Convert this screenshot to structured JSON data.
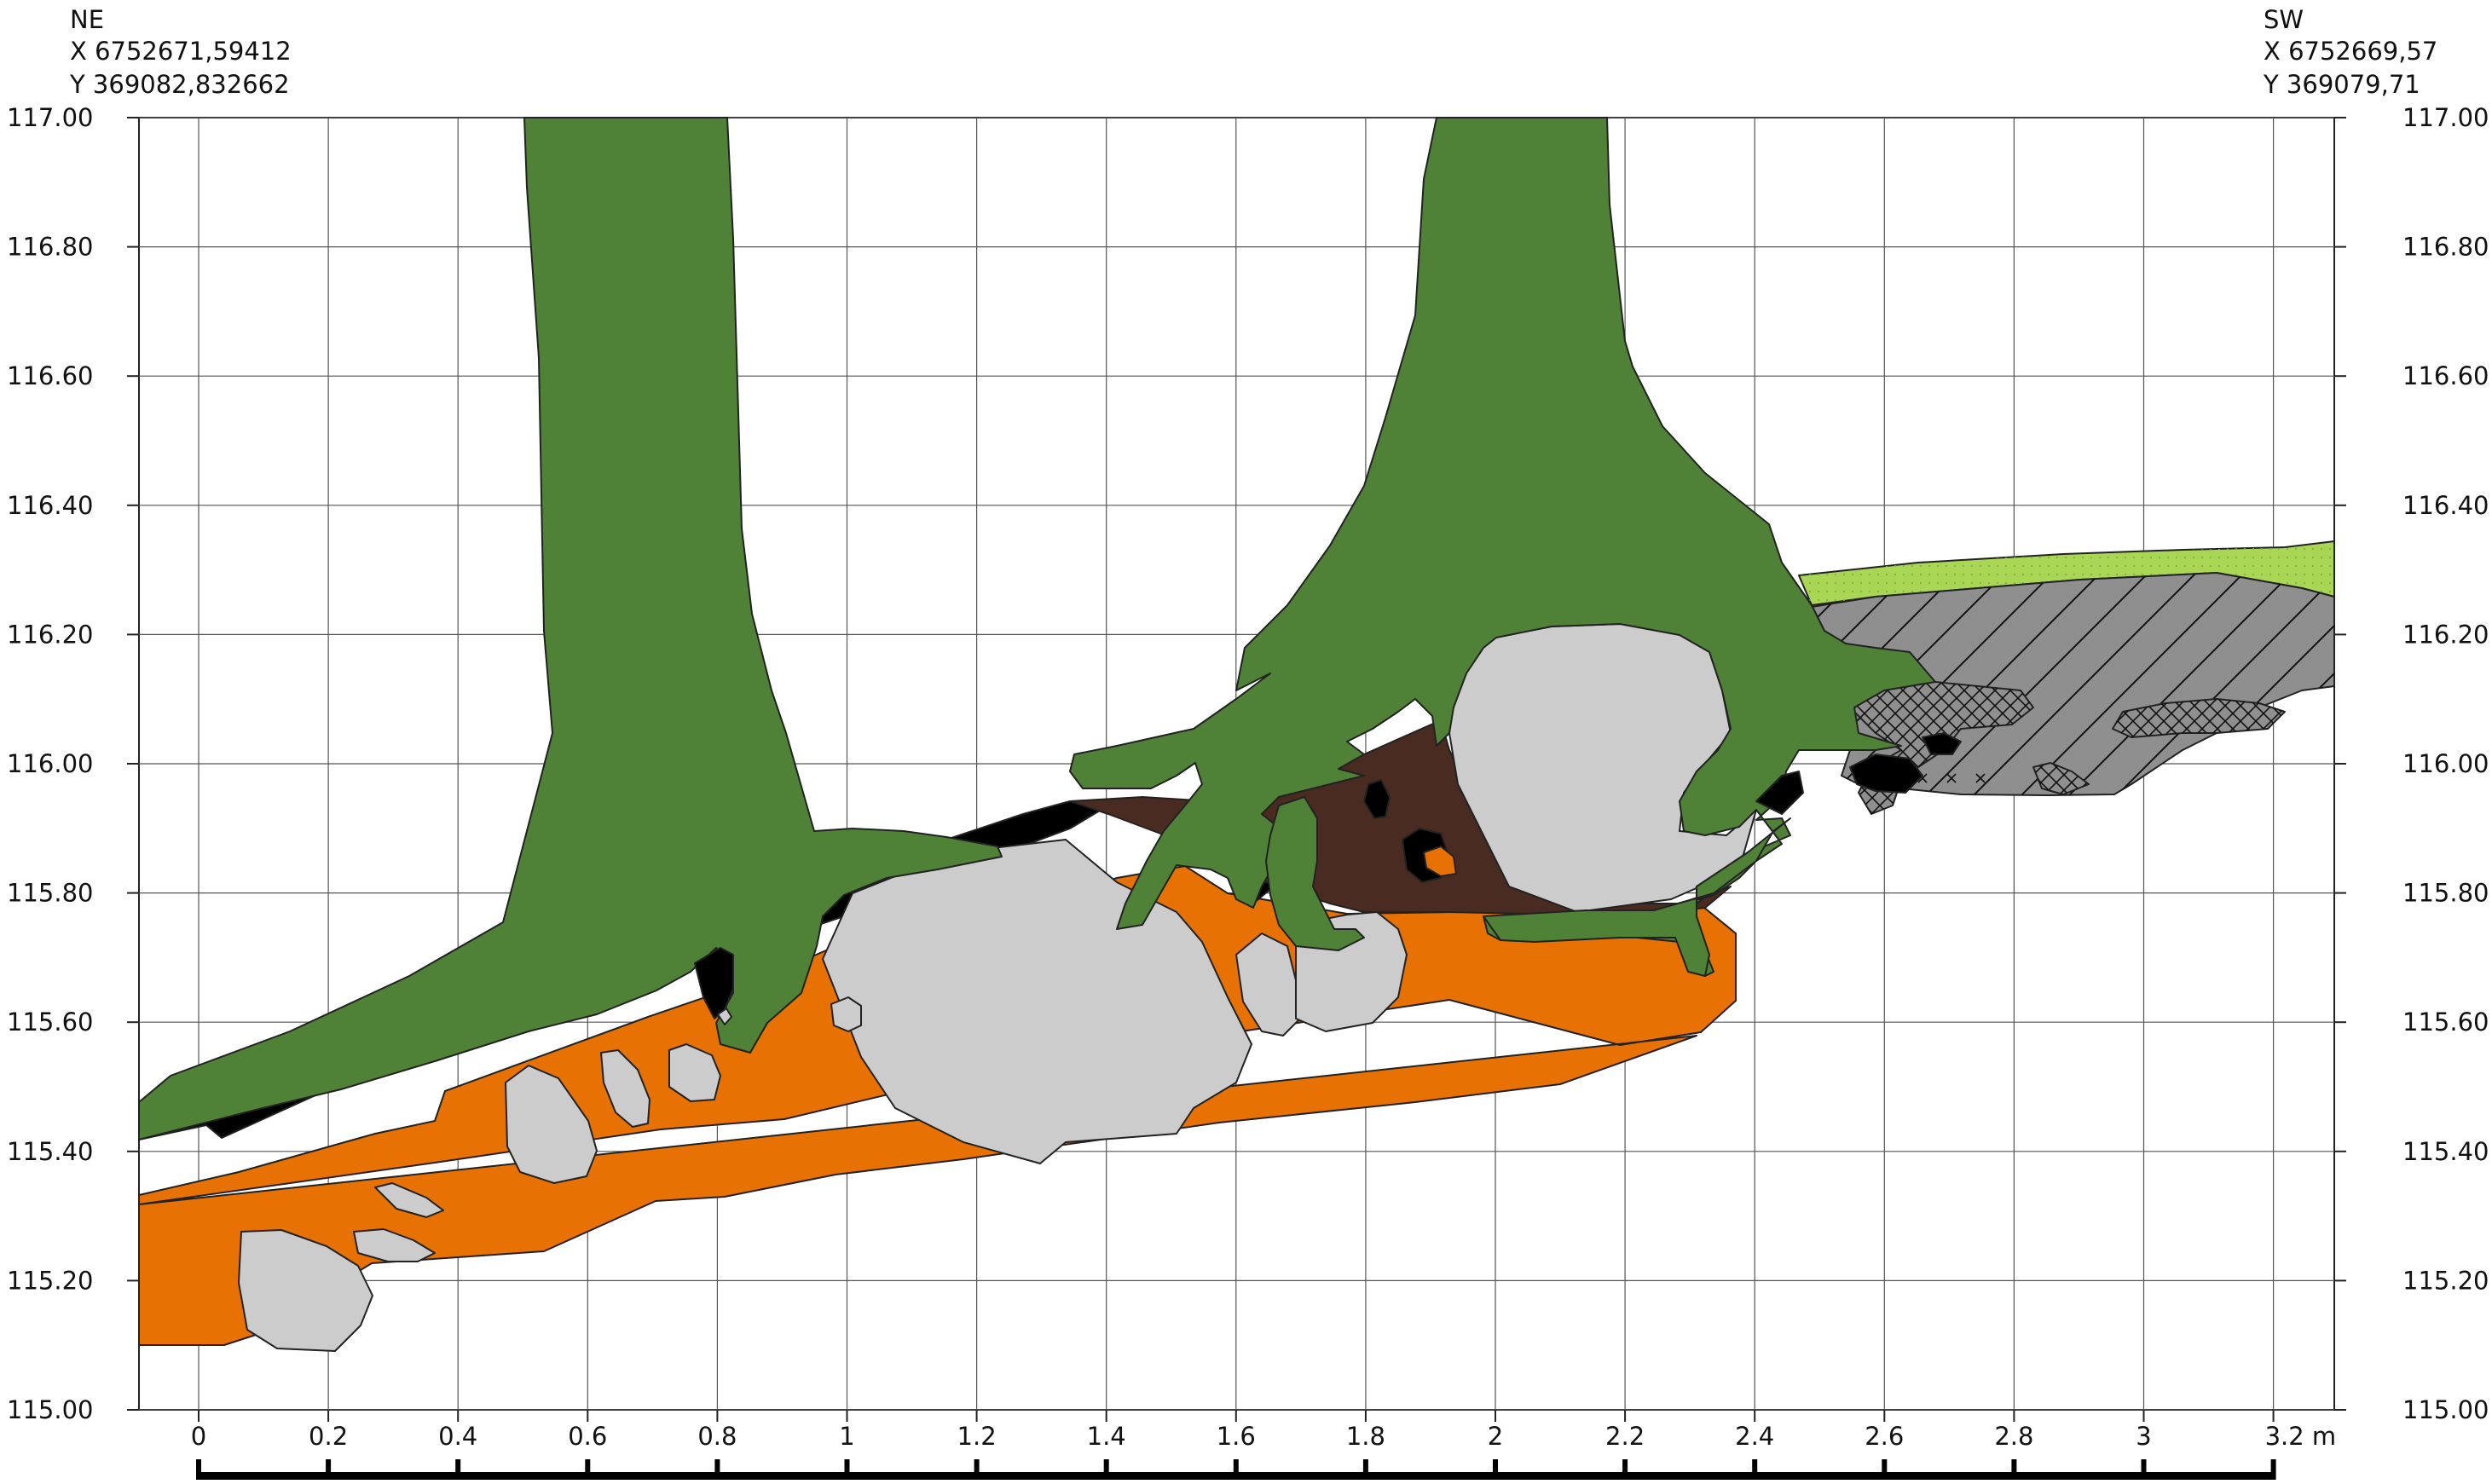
{
  "header_left": {
    "direction": "NE",
    "x_coord": "X 6752671,59412",
    "y_coord": "Y 369082,832662"
  },
  "header_right": {
    "direction": "SW",
    "x_coord": "X 6752669,57",
    "y_coord": "Y 369079,71"
  },
  "y_axis": {
    "ticks": [
      "117.00",
      "116.80",
      "116.60",
      "116.40",
      "116.20",
      "116.00",
      "115.80",
      "115.60",
      "115.40",
      "115.20",
      "115.00"
    ]
  },
  "x_axis": {
    "ticks": [
      "0",
      "0.2",
      "0.4",
      "0.6",
      "0.8",
      "1",
      "1.2",
      "1.4",
      "1.6",
      "1.8",
      "2",
      "2.2",
      "2.4",
      "2.6",
      "2.8",
      "3",
      "3.2 m"
    ]
  },
  "colors": {
    "green_layer": "#4f8237",
    "orange_layer": "#e87103",
    "black_layer": "#000000",
    "brown_layer": "#4a2b22",
    "stone": "#cccccc",
    "light_green_layer": "#a9d654",
    "gray_layer": "#8f8f8f"
  }
}
